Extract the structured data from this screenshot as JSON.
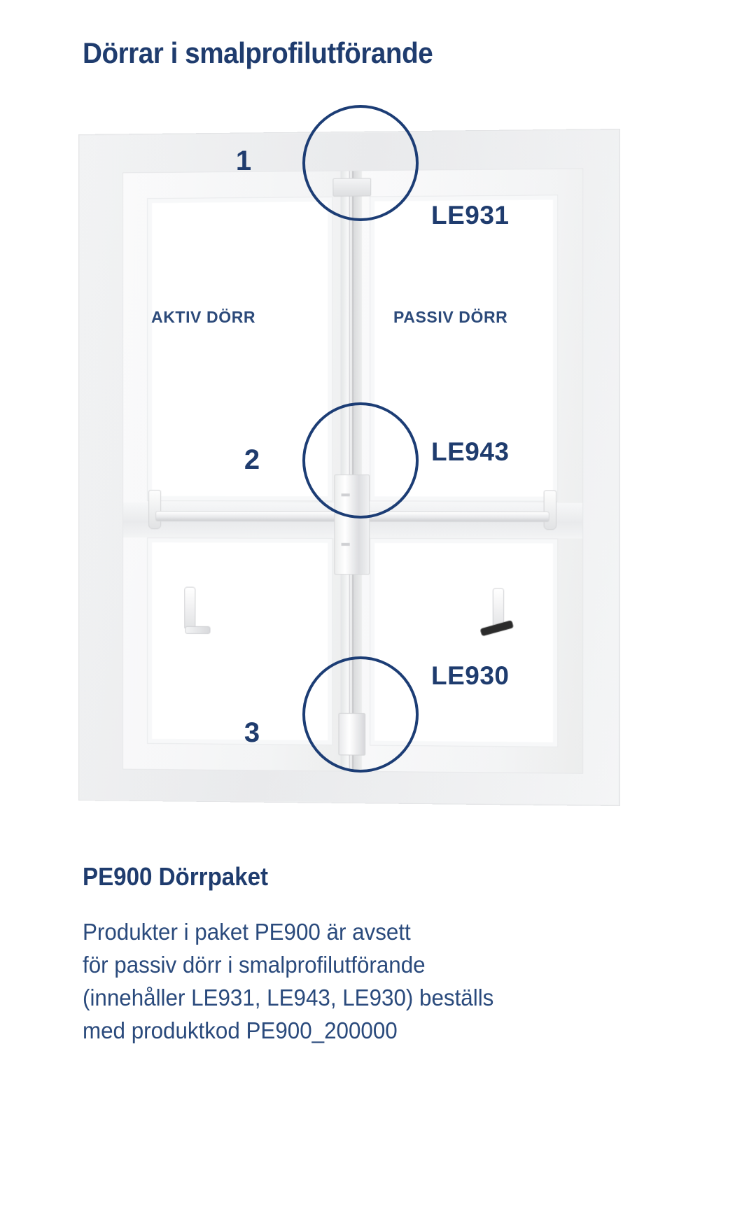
{
  "page": {
    "title": "Dörrar i smalprofilutförande",
    "background_color": "#ffffff",
    "accent_color": "#1f3c6e"
  },
  "diagram": {
    "name": "double-door-narrow-profile",
    "door_labels": {
      "active": "AKTIV DÖRR",
      "passive": "PASSIV DÖRR"
    },
    "callouts": [
      {
        "number": "1",
        "code": "LE931",
        "position": "top"
      },
      {
        "number": "2",
        "code": "LE943",
        "position": "middle"
      },
      {
        "number": "3",
        "code": "LE930",
        "position": "bottom"
      }
    ]
  },
  "package": {
    "heading": "PE900 Dörrpaket",
    "description_lines": [
      "Produkter i paket PE900 är avsett",
      "för passiv dörr i smalprofilutförande",
      "(innehåller LE931, LE943, LE930) beställs",
      "med produktkod PE900_200000"
    ]
  }
}
